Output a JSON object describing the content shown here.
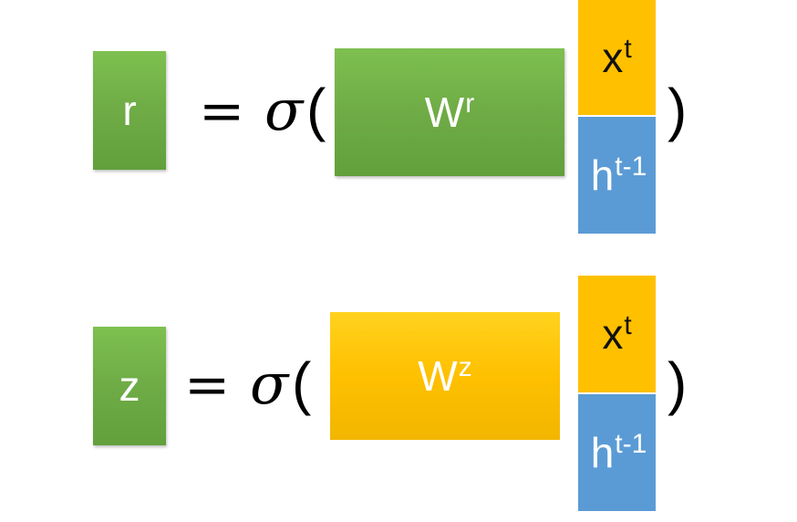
{
  "equation_r": {
    "output": "r",
    "equals": "=",
    "sigma": "σ",
    "open_paren": "(",
    "weight_base": "W",
    "weight_sup": "r",
    "input_top_base": "x",
    "input_top_sup": "t",
    "input_bottom_base": "h",
    "input_bottom_sup": "t-1",
    "close_paren": ")"
  },
  "equation_z": {
    "output": "z",
    "equals": "=",
    "sigma": "σ",
    "open_paren": "(",
    "weight_base": "W",
    "weight_sup": "z",
    "input_top_base": "x",
    "input_top_sup": "t",
    "input_bottom_base": "h",
    "input_bottom_sup": "t-1",
    "close_paren": ")"
  },
  "colors": {
    "output_box": "#70ad47",
    "reset_weight": "#70ad47",
    "update_weight": "#ffc000",
    "x_vector": "#ffc000",
    "h_vector": "#5b9bd5"
  }
}
